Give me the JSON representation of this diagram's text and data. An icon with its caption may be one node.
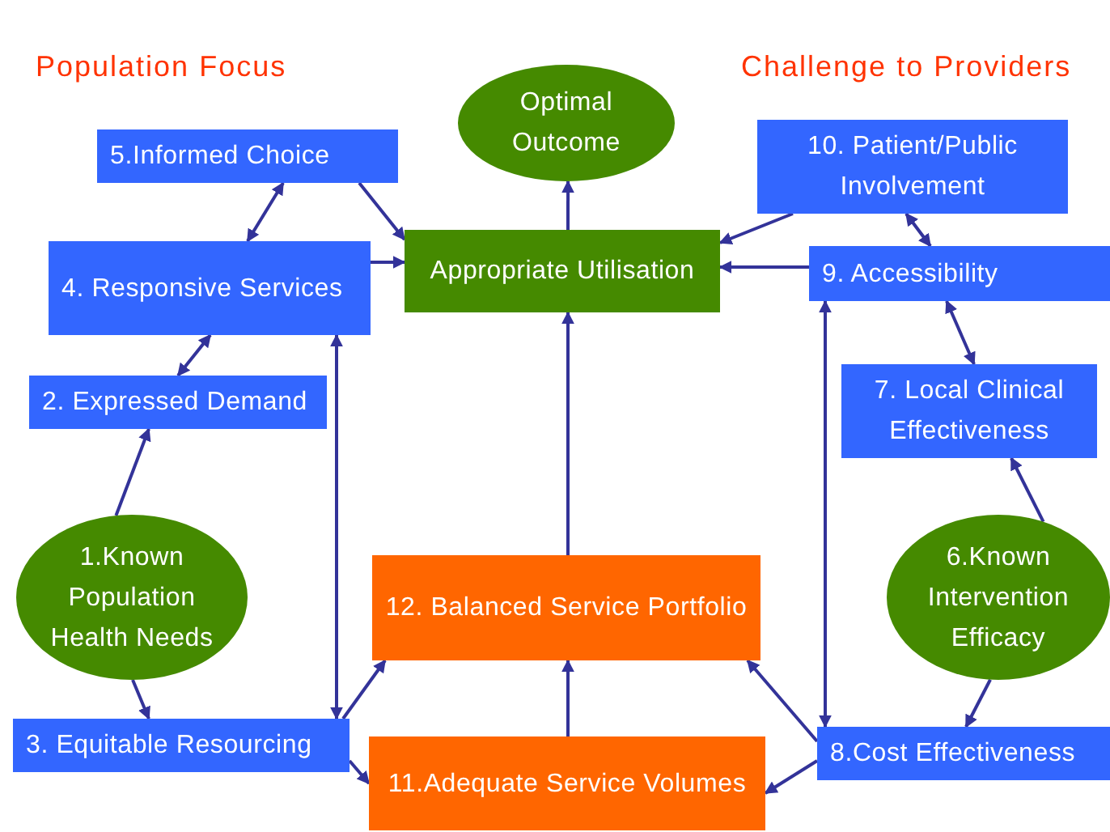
{
  "diagram": {
    "nodes": [
      {
        "text": [
          "Optimal Outcome"
        ]
      },
      {
        "text": [
          "5.Informed Choice"
        ]
      },
      {
        "text": [
          "10. Patient/Public Involvement"
        ]
      },
      {
        "text": [
          "4. Responsive Services"
        ]
      },
      {
        "text": [
          "Appropriate Utilisation"
        ]
      },
      {
        "text": [
          "9. Accessibility"
        ]
      },
      {
        "text": [
          "2. Expressed Demand"
        ]
      },
      {
        "text": [
          "7. Local Clinical Effectiveness"
        ]
      },
      {
        "text": [
          "1.Known Population Health Needs"
        ]
      },
      {
        "text": [
          "12. Balanced Service Portfolio"
        ]
      },
      {
        "text": [
          "6.Known Intervention Efficacy"
        ]
      },
      {
        "text": [
          "3. Equitable Resourcing"
        ]
      },
      {
        "text": [
          "11.Adequate Service Volumes"
        ]
      },
      {
        "text": [
          "8.Cost Effectiveness"
        ]
      }
    ],
    "edges": [
      {
        "from": 4,
        "to": 0,
        "arrow": "to"
      },
      {
        "from": 1,
        "to": 3,
        "arrow": "both"
      },
      {
        "from": 1,
        "to": 4,
        "arrow": "to"
      },
      {
        "from": 3,
        "to": 4,
        "arrow": "to"
      },
      {
        "from": 3,
        "to": 6,
        "arrow": "both"
      },
      {
        "from": 8,
        "to": 6,
        "arrow": "to"
      },
      {
        "from": 3,
        "to": 11,
        "arrow": "both"
      },
      {
        "from": 2,
        "to": 4,
        "arrow": "to"
      },
      {
        "from": 5,
        "to": 4,
        "arrow": "to"
      },
      {
        "from": 2,
        "to": 5,
        "arrow": "both"
      },
      {
        "from": 5,
        "to": 7,
        "arrow": "both"
      },
      {
        "from": 10,
        "to": 7,
        "arrow": "to"
      },
      {
        "from": 5,
        "to": 13,
        "arrow": "both"
      },
      {
        "from": 8,
        "to": 11,
        "arrow": "to"
      },
      {
        "from": 11,
        "to": 9,
        "arrow": "to"
      },
      {
        "from": 11,
        "to": 12,
        "arrow": "to"
      },
      {
        "from": 12,
        "to": 9,
        "arrow": "to"
      },
      {
        "from": 9,
        "to": 4,
        "arrow": "to"
      },
      {
        "from": 13,
        "to": 9,
        "arrow": "to"
      },
      {
        "from": 13,
        "to": 12,
        "arrow": "to"
      },
      {
        "from": 10,
        "to": 13,
        "arrow": "to"
      }
    ],
    "labels": [
      "Population Focus",
      "Challenge to Providers"
    ]
  }
}
